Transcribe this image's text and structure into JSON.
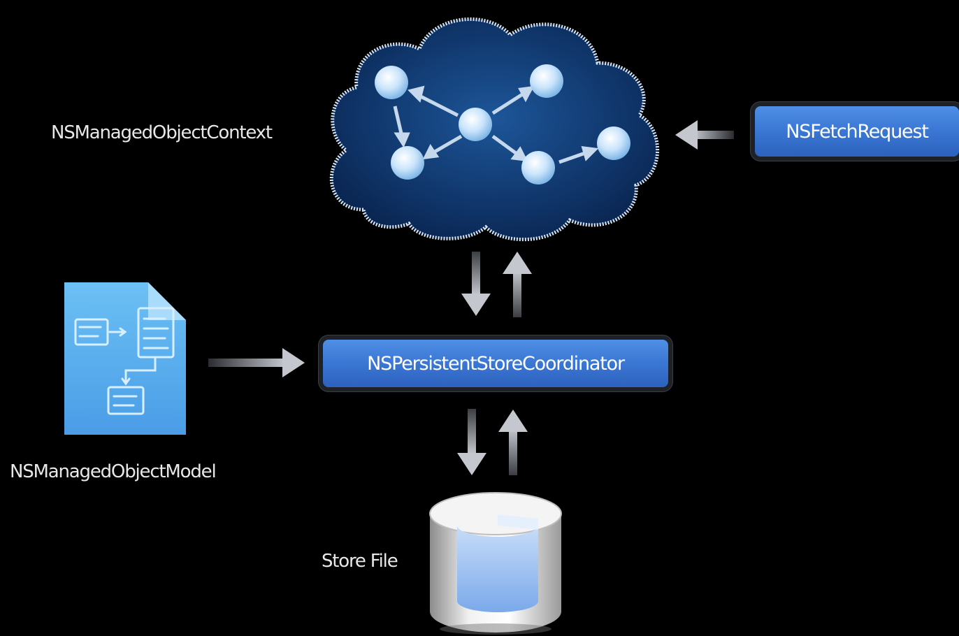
{
  "labels": {
    "context": "NSManagedObjectContext",
    "fetch_request": "NSFetchRequest",
    "coordinator": "NSPersistentStoreCoordinator",
    "model": "NSManagedObjectModel",
    "store_file": "Store File"
  },
  "colors": {
    "background": "#000000",
    "pill_blue": "#3a76d3",
    "cloud_blue": "#123a73",
    "arrow_gray": "#b8bcc2",
    "document_blue": "#5db0ef"
  },
  "icons": {
    "context": "cloud-object-graph-icon",
    "model": "data-model-document-icon",
    "store": "database-cylinder-icon"
  }
}
